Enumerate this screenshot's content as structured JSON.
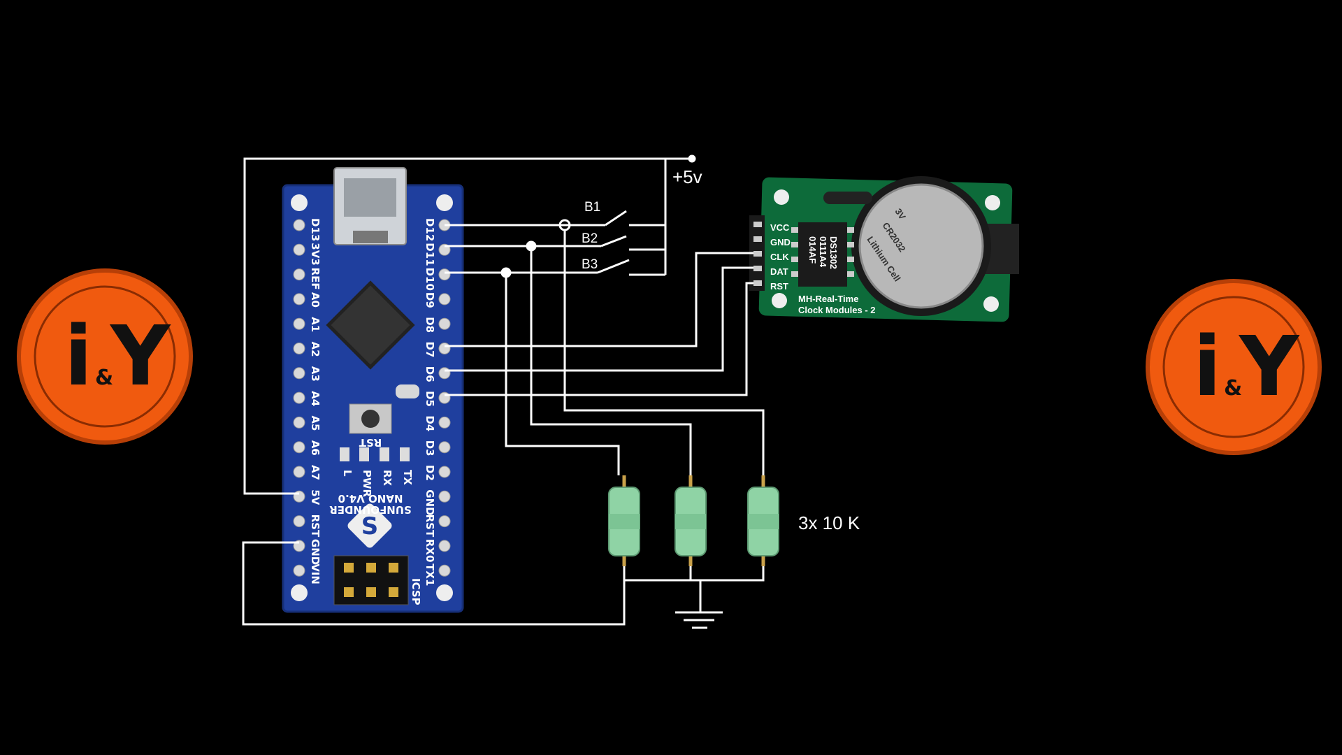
{
  "colors": {
    "background": "#000000",
    "wire": "#ffffff",
    "nano_pcb": "#1f3f9e",
    "rtc_pcb": "#0d6b3a",
    "logo": "#f05a0f",
    "resistor": "#8fd3a5"
  },
  "labels": {
    "supply": "+5v",
    "button_1": "B1",
    "button_2": "B2",
    "button_3": "B3",
    "resistors": "3x 10 K"
  },
  "logo": {
    "text_i": "i",
    "text_y": "Y",
    "text_amp": "&"
  },
  "nano": {
    "left_pins": [
      "D13",
      "3V3",
      "REF",
      "A0",
      "A1",
      "A2",
      "A3",
      "A4",
      "A5",
      "A6",
      "A7",
      "5V",
      "RST",
      "GND",
      "VIN"
    ],
    "right_pins": [
      "D12",
      "D11",
      "D10",
      "D9",
      "D8",
      "D7",
      "D6",
      "D5",
      "D4",
      "D3",
      "D2",
      "GND",
      "RST",
      "RX0",
      "TX1"
    ],
    "brand": "SUNFOUNDER",
    "model": "NANO V4.0",
    "rst_label": "RST",
    "led_labels": [
      "L",
      "PWR",
      "RX",
      "TX"
    ],
    "icsp_label": "ICSP"
  },
  "rtc": {
    "pins": [
      "VCC",
      "GND",
      "CLK",
      "DAT",
      "RST"
    ],
    "chip_lines": [
      "DS1302",
      "0111A4",
      "014AF"
    ],
    "battery_lines": [
      "3V",
      "CR2032",
      "Lithium Cell"
    ],
    "board_lines": [
      "MH-Real-Time",
      "Clock Modules - 2"
    ]
  }
}
